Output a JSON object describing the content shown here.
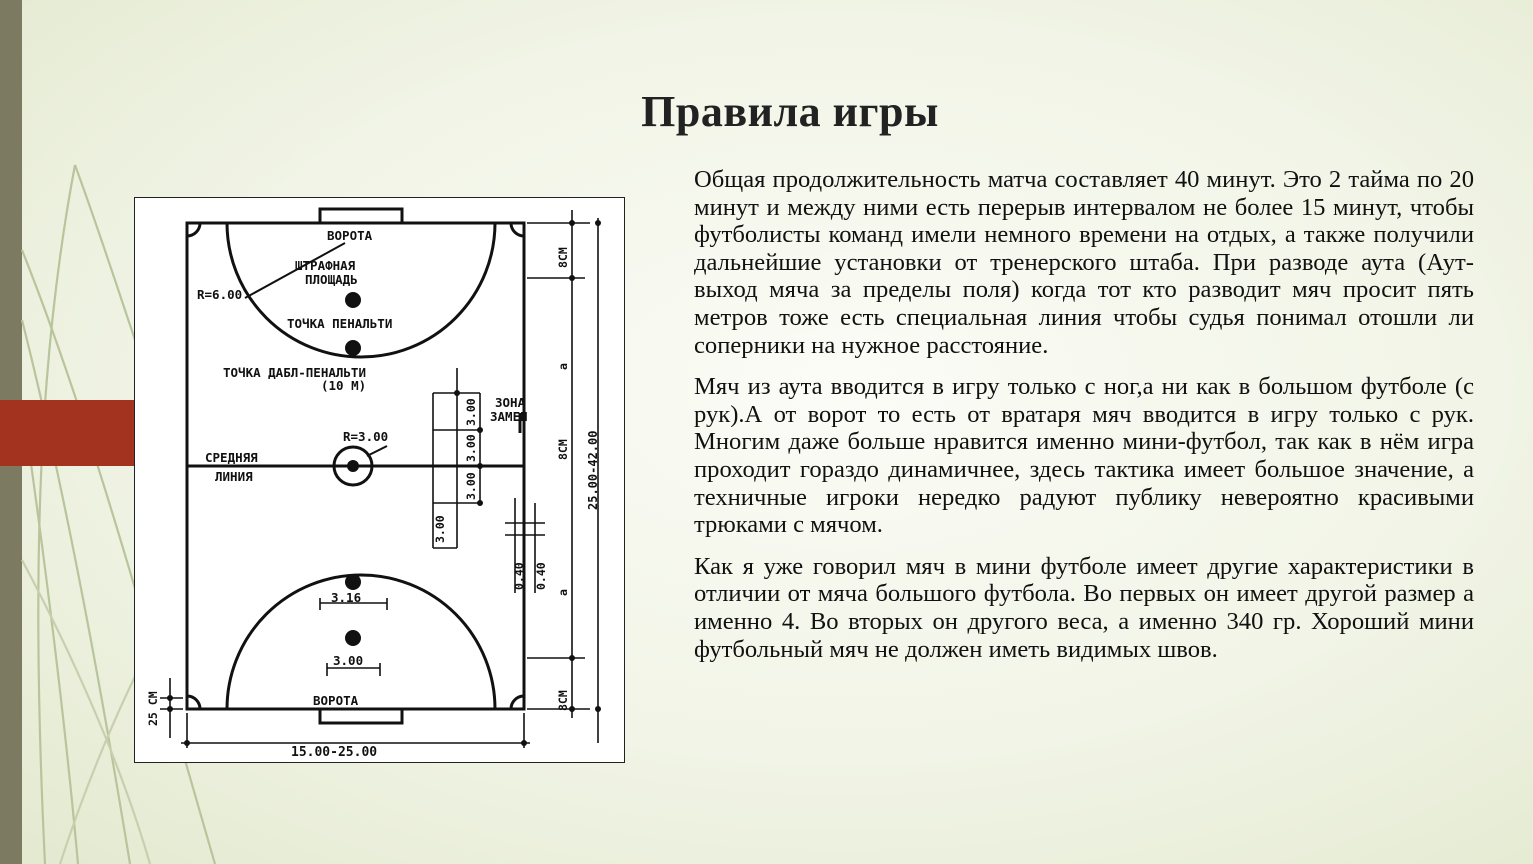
{
  "slide": {
    "title": "Правила игры",
    "paragraphs": [
      "Общая продолжительность матча составляет 40 минут. Это 2 тайма по 20 минут и между ними есть перерыв интервалом не более 15 минут, чтобы футболисты команд имели немного времени на отдых, а также получили дальнейшие установки от тренерского штаба. При разводе аута (Аут-выход мяча за пределы поля) когда тот кто разводит мяч просит пять метров тоже есть специальная линия чтобы судья понимал отошли ли соперники на нужное расстояние.",
      " Мяч из аута вводится в игру только с ног,а ни как в большом футболе (с рук).А от ворот то есть от вратаря мяч вводится в игру только с рук. Многим даже больше нравится именно мини-футбол, так как в нём игра проходит гораздо динамичнее, здесь тактика имеет большое значение, а техничные игроки нередко радуют публику невероятно красивыми трюками с мячом.",
      "Как я уже говорил мяч в мини футболе имеет другие характеристики в отличии от мяча большого футбола. Во первых он имеет другой размер а именно 4. Во вторых он другого веса, а именно 340 гр. Хороший мини футбольный мяч не должен иметь видимых швов."
    ]
  },
  "diagram": {
    "labels": {
      "goal_top": "ВОРОТА",
      "penalty_area_1": "ШТРАФНАЯ",
      "penalty_area_2": "ПЛОЩАДЬ",
      "radius_area": "R=6.00",
      "penalty_point": "ТОЧКА ПЕНАЛЬТИ",
      "double_penalty_1": "ТОЧКА ДАБЛ-ПЕНАЛЬТИ",
      "double_penalty_2": "(10 М)",
      "sub_zone_1": "ЗОНА",
      "sub_zone_2": "ЗАМЕН",
      "radius_center": "R=3.00",
      "midline_1": "СРЕДНЯЯ",
      "midline_2": "ЛИНИЯ",
      "dim_300_a": "3.00",
      "dim_300_b": "3.00",
      "dim_300_c": "3.00",
      "dim_300_d": "3.00",
      "dim_040_a": "0.40",
      "dim_040_b": "0.40",
      "dim_8cm_top": "8СМ",
      "dim_8cm_mid": "8СМ",
      "dim_8cm_bot": "8СМ",
      "dim_a_1": "a",
      "dim_a_2": "a",
      "dim_length": "25.00-42.00",
      "dim_316": "3.16",
      "dim_300_goal": "3.00",
      "goal_bottom": "ВОРОТА",
      "dim_25cm": "25 СМ",
      "dim_width": "15.00-25.00"
    }
  }
}
